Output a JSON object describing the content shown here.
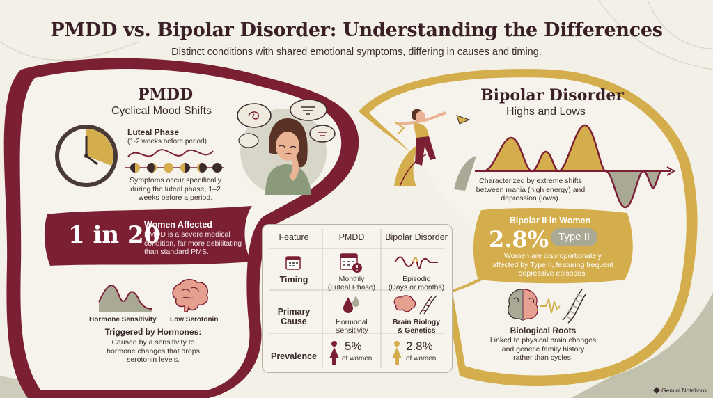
{
  "header": {
    "title": "PMDD vs. Bipolar Disorder: Understanding the Differences",
    "subtitle": "Distinct conditions with shared emotional symptoms, differing in causes and timing."
  },
  "pmdd": {
    "heading": "PMDD",
    "subheading": "Cyclical Mood Shifts",
    "luteal_title": "Luteal Phase",
    "luteal_sub": "(1-2 weeks before period)",
    "luteal_desc": [
      "Symptoms occur specifically",
      "during the luteal phase, 1–2",
      "weeks before a period."
    ],
    "stat_value": "1 in 20",
    "stat_title": "Women Affected",
    "stat_desc": [
      "PMDD is a severe medical",
      "condition, far more debilitating",
      "than standard PMS."
    ],
    "hormone_label": "Hormone Sensitivity",
    "serotonin_label": "Low Serotonin",
    "trigger_title": "Triggered by Hormones:",
    "trigger_desc": [
      "Caused by a sensitivity to",
      "hormone changes that drops",
      "serotonin levels."
    ]
  },
  "bipolar": {
    "heading": "Bipolar Disorder",
    "subheading": "Highs and Lows",
    "wave_desc": [
      "Characterized by extreme shifts",
      "between mania (high energy) and",
      "depression (lows)."
    ],
    "women_title": "Bipolar II in Women",
    "stat_value": "2.8%",
    "type_badge": "Type II",
    "women_desc": [
      "Women are disproportionately",
      "affected by Type II, featuring frequent",
      "depressive episodes."
    ],
    "roots_title": "Biological Roots",
    "roots_desc": [
      "Linked to physical brain changes",
      "and genetic family history",
      "rather than cycles."
    ]
  },
  "comparison": {
    "headers": [
      "Feature",
      "PMDD",
      "Bipolar Disorder"
    ],
    "timing": {
      "label": "Timing",
      "pmdd": [
        "Monthly",
        "(Luteal Phase)"
      ],
      "bipolar": [
        "Episodic",
        "(Days or months)"
      ]
    },
    "cause": {
      "label": [
        "Primary",
        "Cause"
      ],
      "pmdd": [
        "Hormonal",
        "Sensitivity"
      ],
      "bipolar": [
        "Brain Biology",
        "& Genetics"
      ]
    },
    "prevalence": {
      "label": "Prevalence",
      "pmdd_value": "5%",
      "pmdd_unit": "of women",
      "bipolar_value": "2.8%",
      "bipolar_unit": "of women"
    }
  },
  "footer": {
    "brand": "Gemini Notebook"
  },
  "colors": {
    "maroon": "#7b1f33",
    "gold": "#d4ad4c",
    "sage": "#a9a995",
    "cream": "#f3f0e8"
  }
}
